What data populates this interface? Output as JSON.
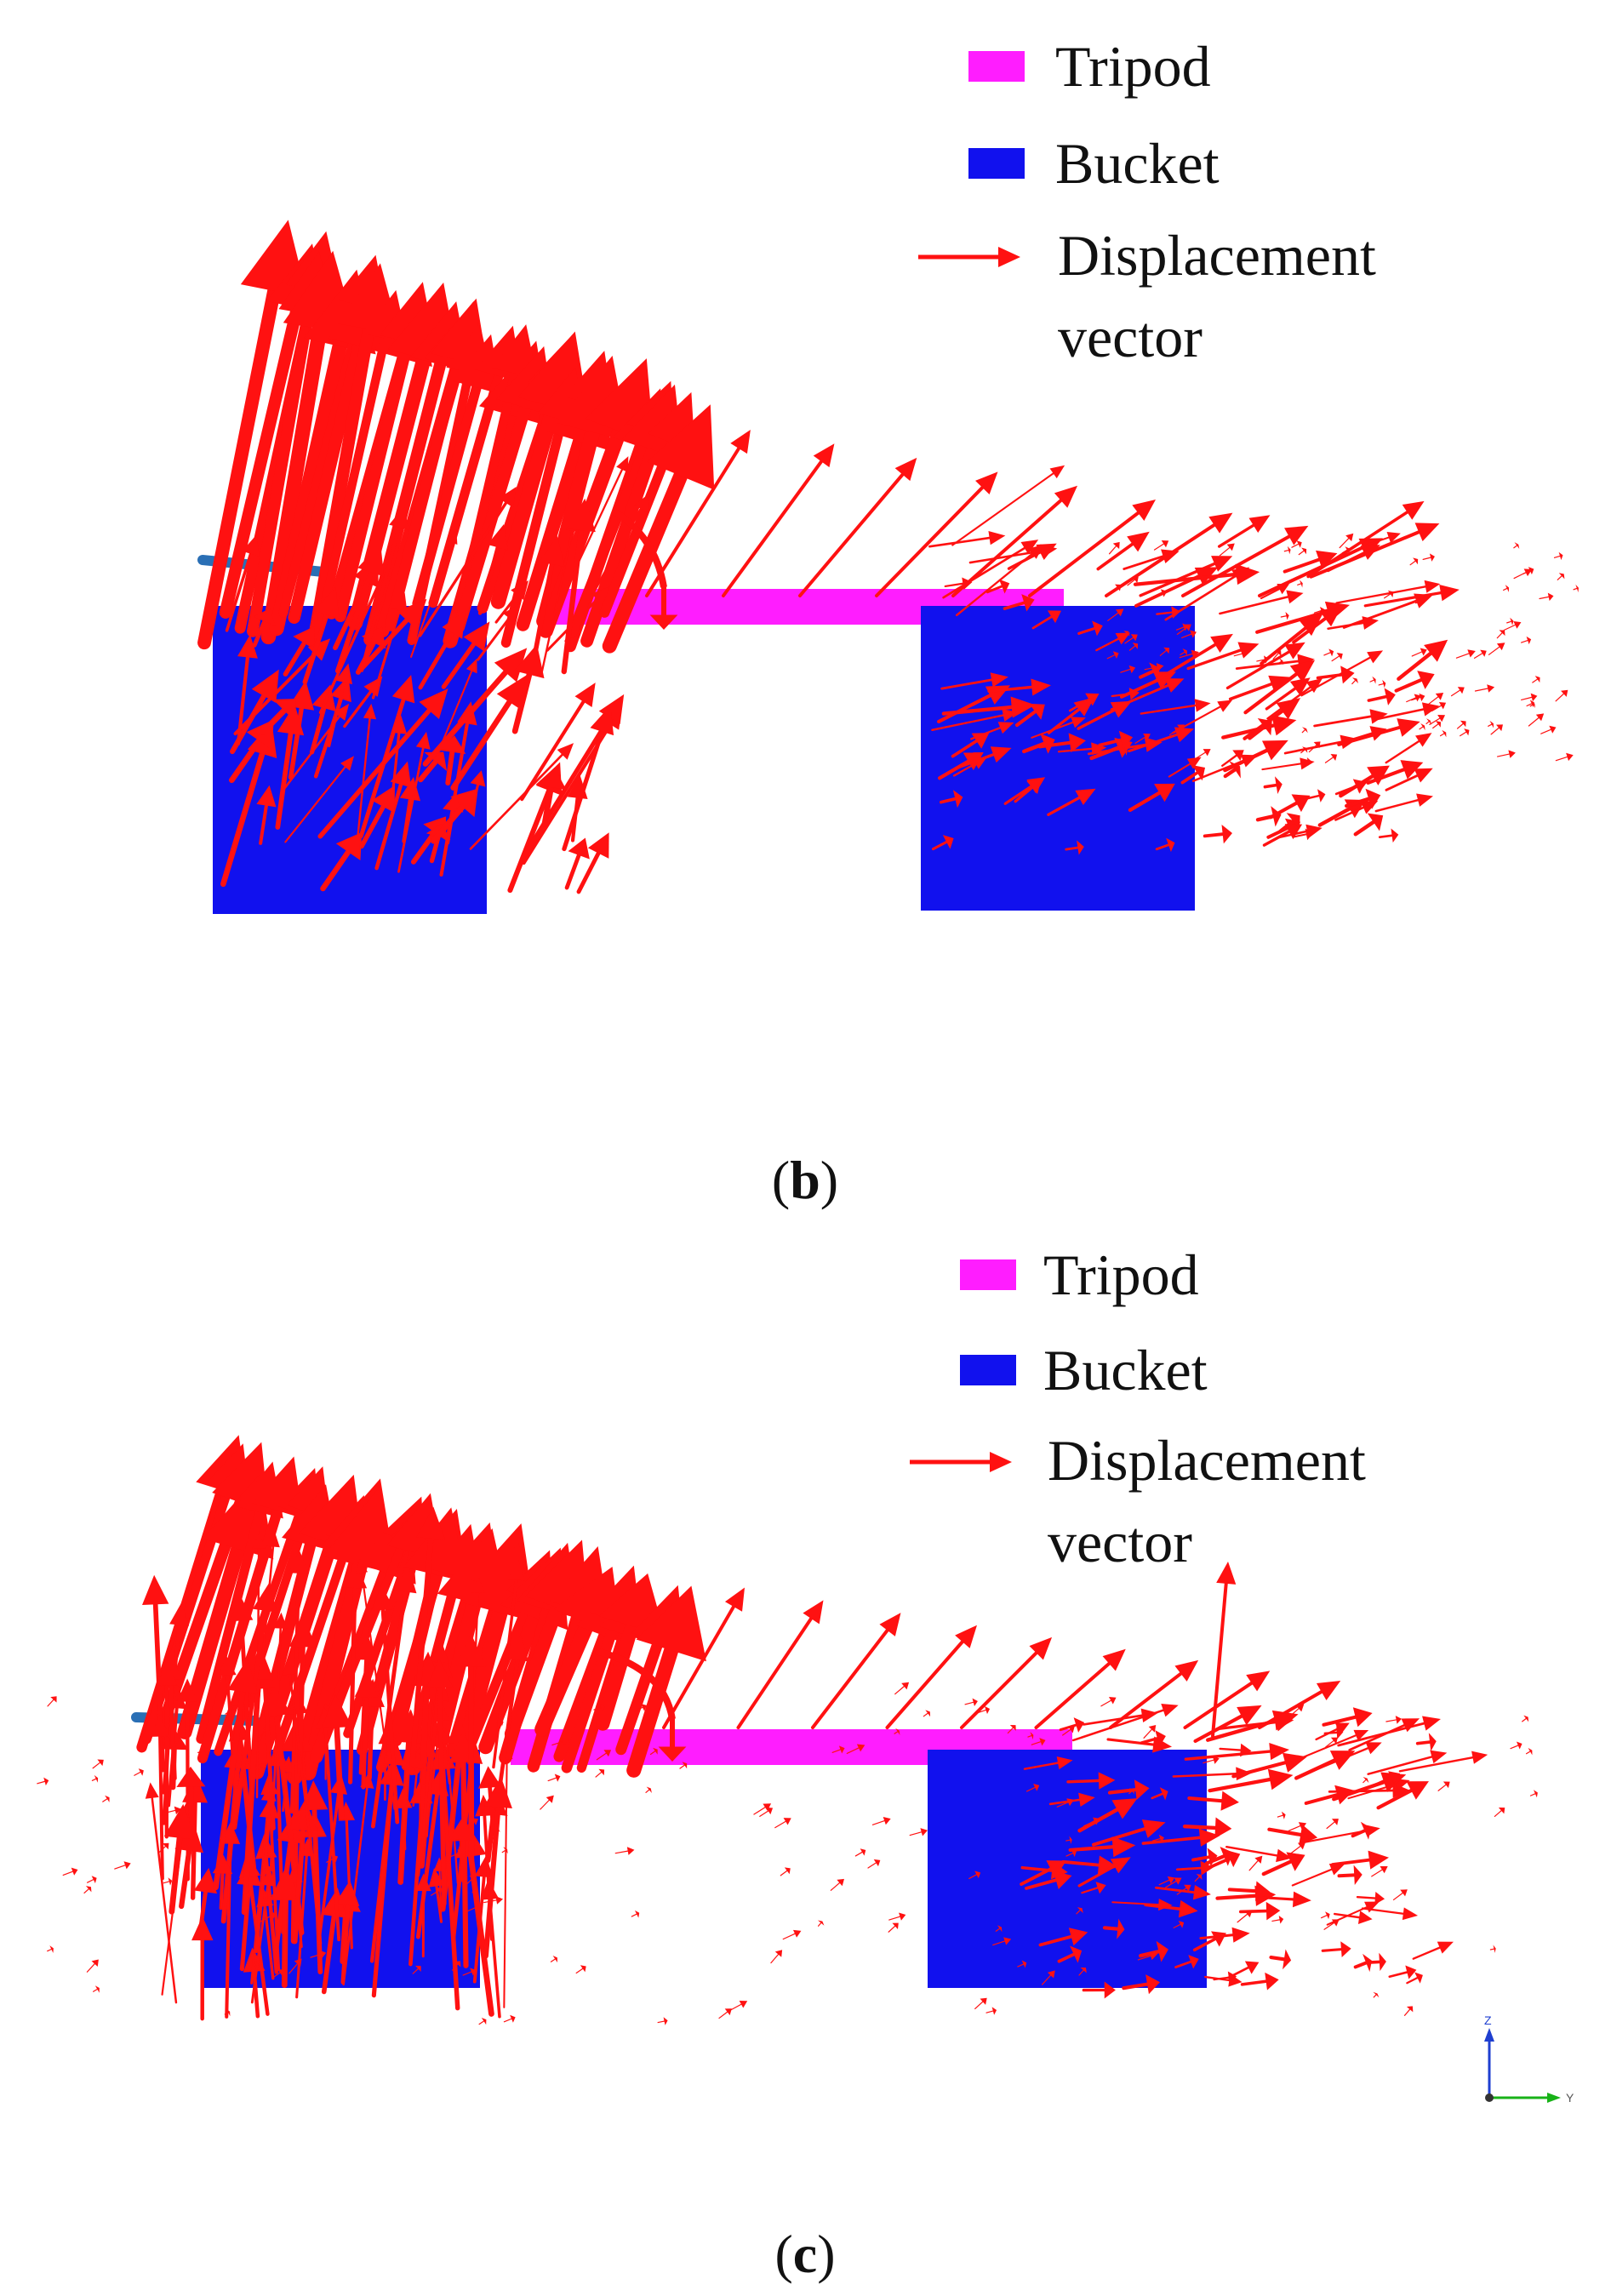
{
  "colors": {
    "tripod": "#ff1dff",
    "bucket": "#1111ee",
    "vector": "#ff1111",
    "shaft": "#2a6fb5",
    "axis_z": "#1f3fd0",
    "axis_y": "#18b218"
  },
  "panels": [
    {
      "id": "b",
      "caption_open": "(",
      "caption_letter": "b",
      "caption_close": ")",
      "legend": {
        "tripod": "Tripod",
        "bucket": "Bucket",
        "displacement": "Displacement vector"
      }
    },
    {
      "id": "c",
      "caption_open": "(",
      "caption_letter": "c",
      "caption_close": ")",
      "legend": {
        "tripod": "Tripod",
        "bucket": "Bucket",
        "displacement": "Displacement vector"
      },
      "axis_triad": {
        "z_label": "Z",
        "y_label": "Y",
        "icon": "axis-triad-icon"
      }
    }
  ]
}
